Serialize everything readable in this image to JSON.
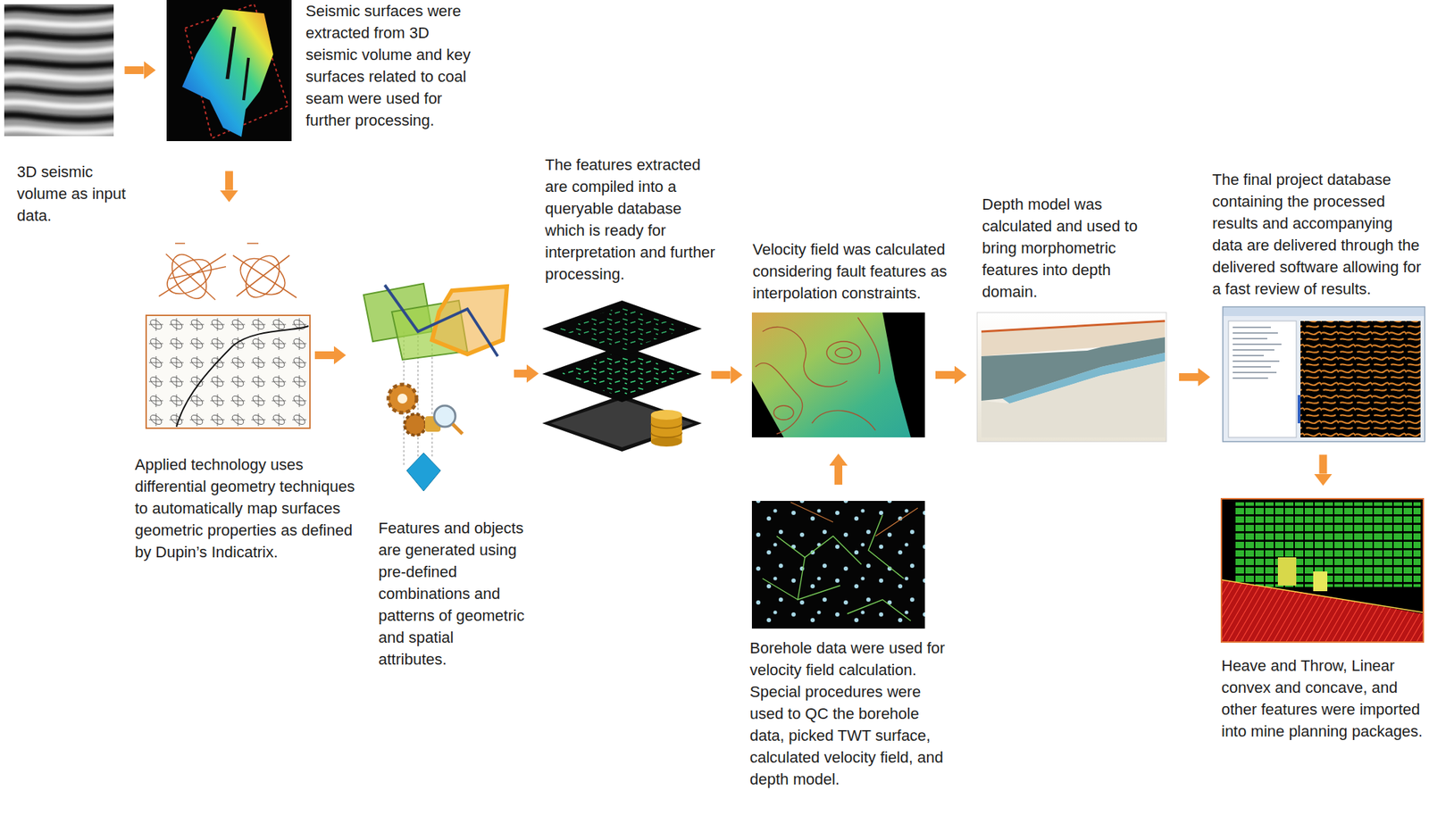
{
  "diagram": {
    "nodes": [
      {
        "text": [
          "3D seismic volume as input data."
        ]
      },
      {
        "text": [
          "Seismic surfaces were extracted from 3D seismic volume and key surfaces related to coal seam were used for further processing."
        ]
      },
      {
        "text": [
          "Applied technology uses differential geometry techniques to automatically map surfaces geometric properties as defined by Dupin’s Indicatrix."
        ]
      },
      {
        "text": [
          "Features and objects are generated using pre-defined combinations and patterns of geometric and spatial attributes."
        ]
      },
      {
        "text": [
          "The features extracted are compiled into a queryable database which is ready for interpretation and further processing."
        ]
      },
      {
        "text": [
          "Velocity field was calculated considering fault features as interpolation constraints."
        ]
      },
      {
        "text": [
          "Borehole data were used for velocity field calculation. Special procedures were used to QC the borehole data, picked TWT surface, calculated velocity field, and depth model."
        ]
      },
      {
        "text": [
          "Depth model was calculated and used to bring morphometric features into depth domain."
        ]
      },
      {
        "text": [
          "The final project database containing the processed results and accompanying data are delivered through the delivered software allowing for a fast review of results."
        ]
      },
      {
        "text": [
          "Heave and Throw, Linear convex and concave, and other features were imported into mine planning packages."
        ]
      }
    ],
    "edges": [
      {
        "from": 0,
        "to": 1,
        "arrow": "to"
      },
      {
        "from": 1,
        "to": 2,
        "arrow": "to"
      },
      {
        "from": 2,
        "to": 3,
        "arrow": "to"
      },
      {
        "from": 3,
        "to": 4,
        "arrow": "to"
      },
      {
        "from": 4,
        "to": 5,
        "arrow": "to"
      },
      {
        "from": 6,
        "to": 5,
        "arrow": "to"
      },
      {
        "from": 5,
        "to": 7,
        "arrow": "to"
      },
      {
        "from": 7,
        "to": 8,
        "arrow": "to"
      },
      {
        "from": 8,
        "to": 9,
        "arrow": "to"
      }
    ]
  }
}
